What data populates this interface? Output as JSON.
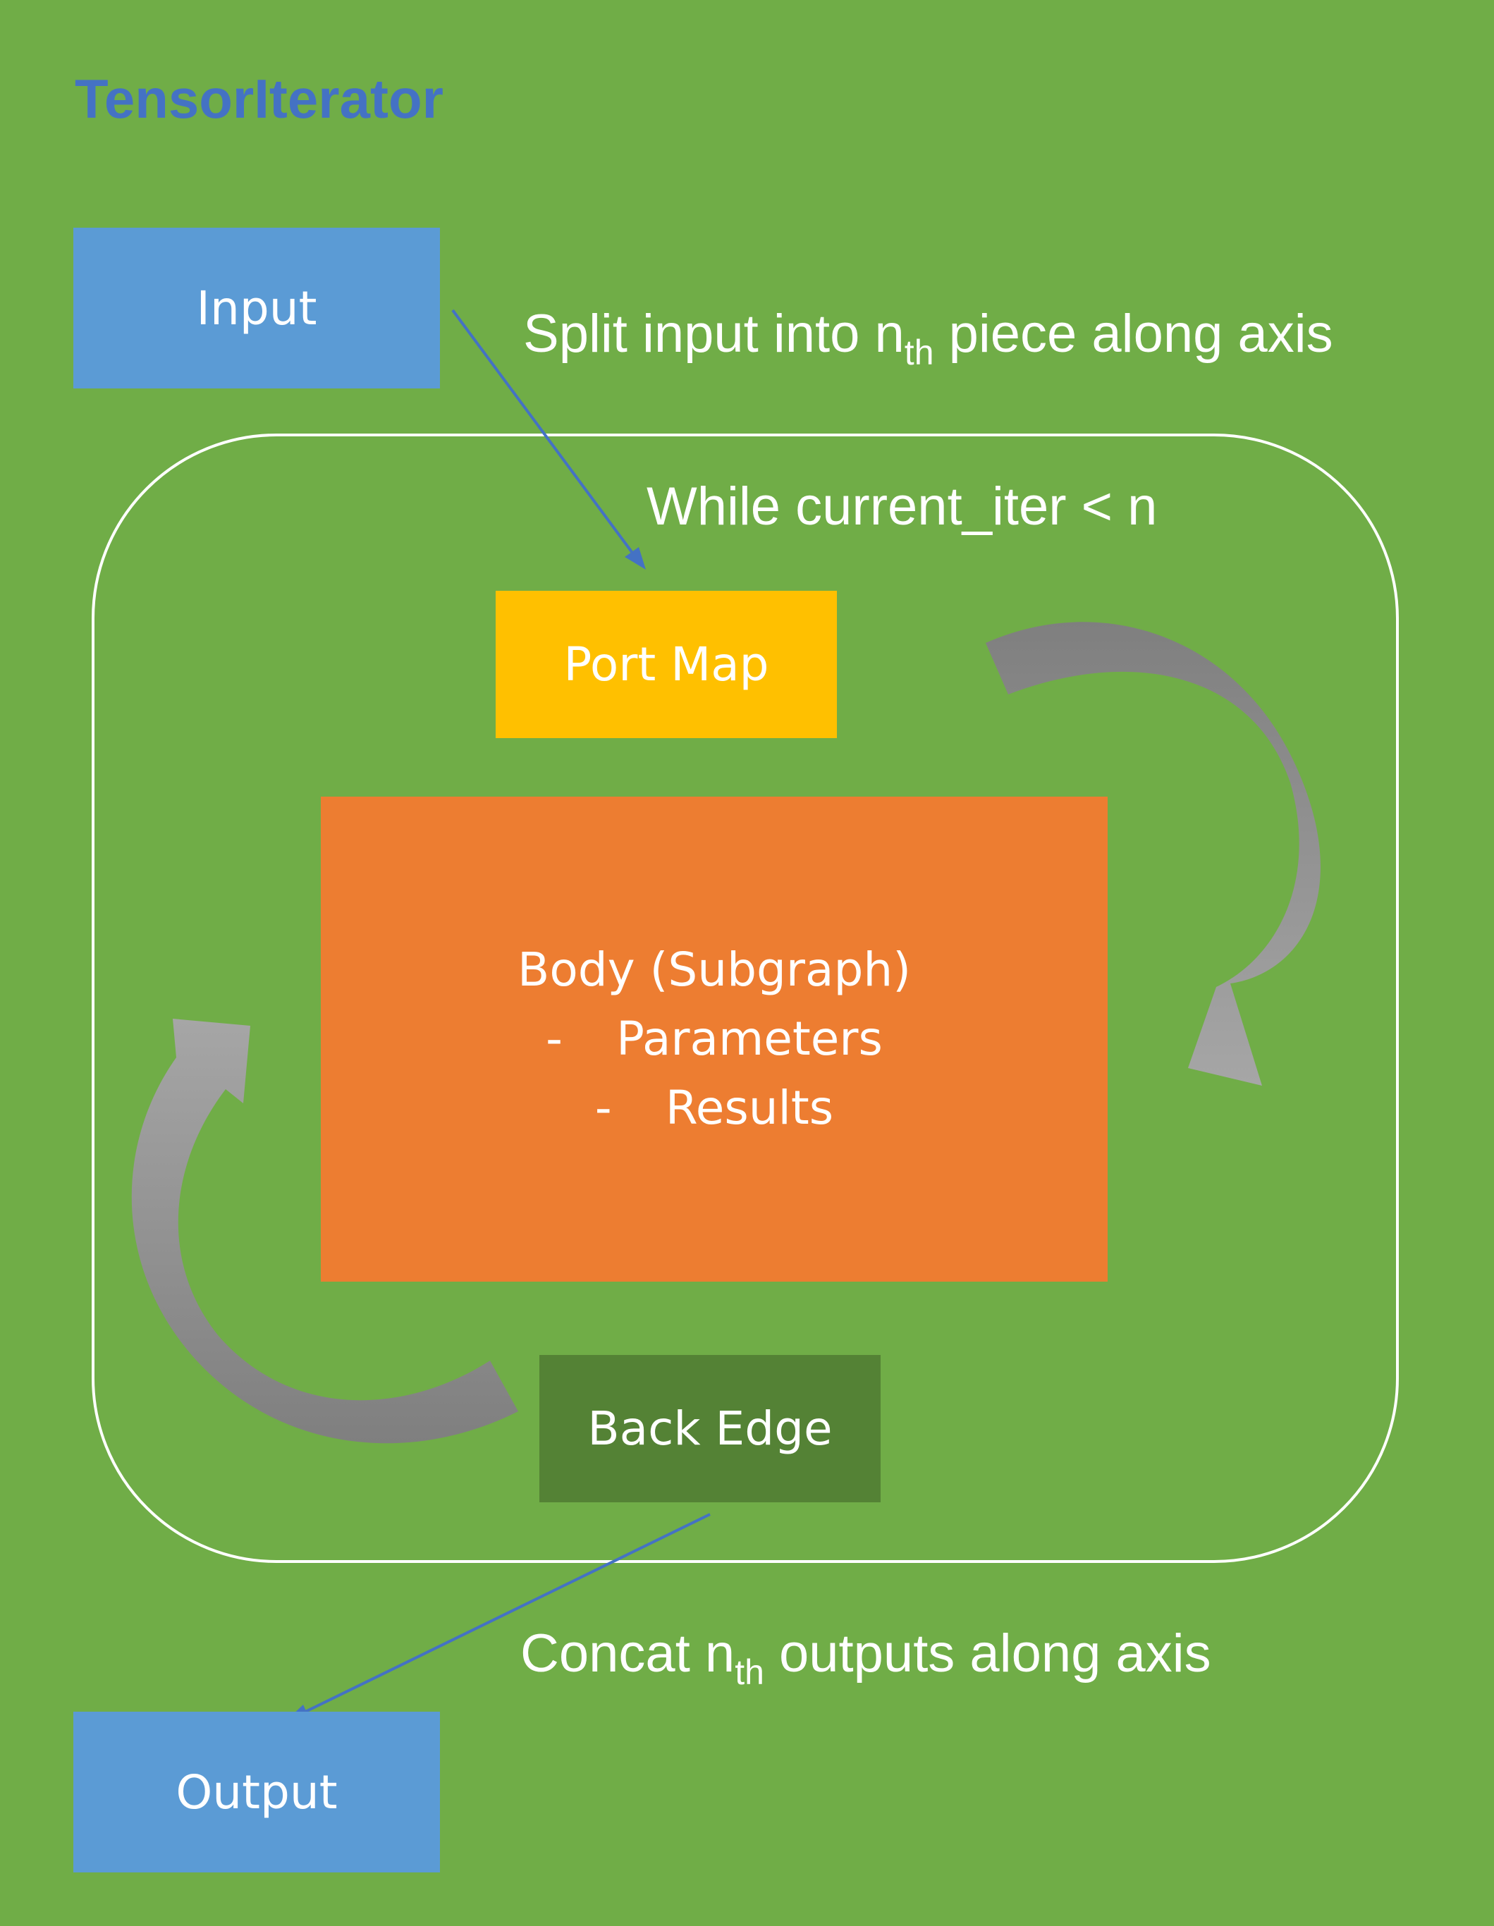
{
  "title": "TensorIterator",
  "nodes": {
    "input": "Input",
    "port_map": "Port Map",
    "body": {
      "heading": "Body (Subgraph)",
      "items": [
        {
          "bullet": "-",
          "text": "Parameters"
        },
        {
          "bullet": "-",
          "text": "Results"
        }
      ]
    },
    "back_edge": "Back Edge",
    "output": "Output"
  },
  "annotations": {
    "split": {
      "before": "Split input into n",
      "sub": "th",
      "after": " piece along axis"
    },
    "loop": "While current_iter < n",
    "concat": {
      "before": "Concat n",
      "sub": "th",
      "after": " outputs along axis"
    }
  },
  "colors": {
    "background": "#70ad47",
    "title": "#4472c4",
    "io_box": "#5b9bd5",
    "port_map": "#ffc000",
    "body": "#ed7d31",
    "back_edge": "#548235",
    "connector": "#4472c4",
    "cycle_arrow": "#a6a6a6",
    "loop_border": "#ffffff"
  }
}
